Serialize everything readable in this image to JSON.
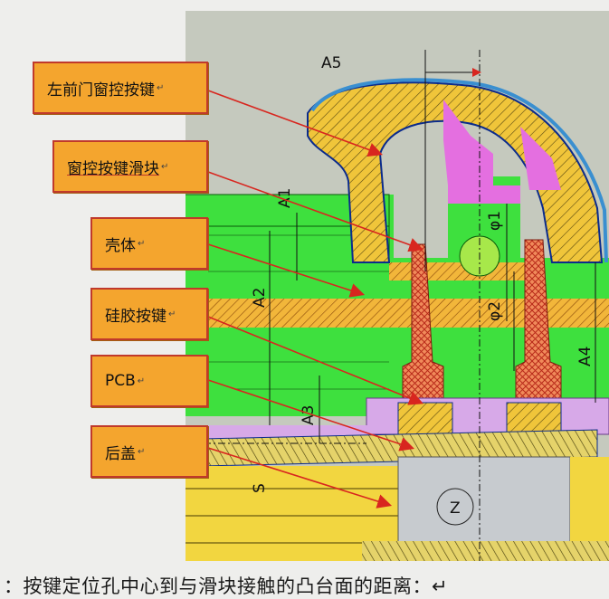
{
  "callouts": [
    {
      "id": "left-front-window-button",
      "label": "左前门窗控按键",
      "mark": "↵"
    },
    {
      "id": "window-button-slider",
      "label": "窗控按键滑块",
      "mark": "↵"
    },
    {
      "id": "housing",
      "label": "壳体",
      "mark": "↵"
    },
    {
      "id": "silicone-key",
      "label": "硅胶按键",
      "mark": "↵"
    },
    {
      "id": "pcb",
      "label": "PCB",
      "mark": "↵"
    },
    {
      "id": "rear-cover",
      "label": "后盖",
      "mark": "↵"
    }
  ],
  "dimensions": {
    "a5": "A5",
    "a1": "A1",
    "a2": "A2",
    "a3": "A3",
    "a4": "A4",
    "phi1": "φ1",
    "phi2": "φ2",
    "s": "S",
    "z": "Z"
  },
  "caption": "：按键定位孔中心到与滑块接触的凸台面的距离：↵",
  "colors": {
    "callout_fill": "#f4a52e",
    "callout_border": "#c0392b",
    "housing": "#3ee03e",
    "button": "#e9c23a",
    "silicone": "#e96a5a",
    "pcb": "#d7a9e8",
    "cover": "#f2d640",
    "outline": "#0b2b8c",
    "arrow": "#d8261f"
  }
}
